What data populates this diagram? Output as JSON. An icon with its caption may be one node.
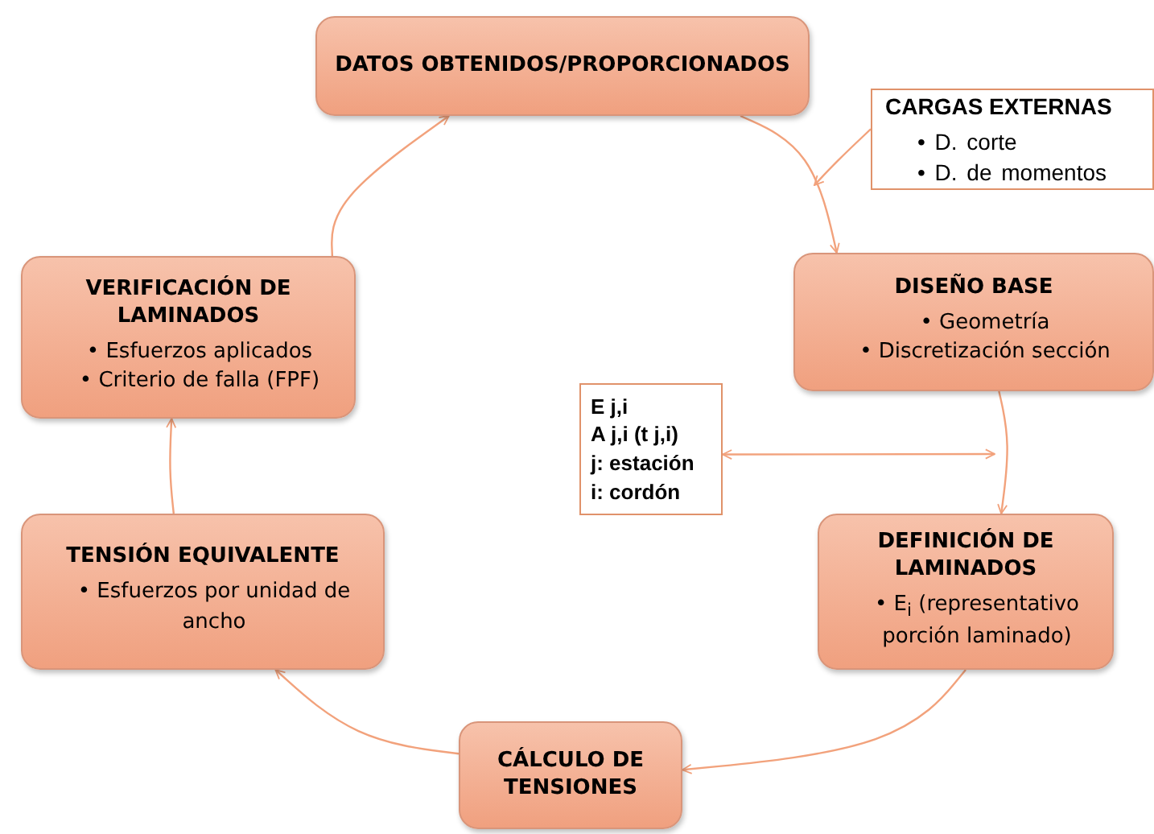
{
  "diagram": {
    "nodes": [
      {
        "text": [
          "DATOS OBTENIDOS/PROPORCIONADOS"
        ]
      },
      {
        "text": [
          "CARGAS EXTERNAS",
          "• D. corte",
          "• D. de momentos"
        ]
      },
      {
        "text": [
          "DISEÑO BASE",
          "• Geometría",
          "• Discretización sección"
        ]
      },
      {
        "text": [
          "E j,i",
          "A j,i (t j,i)",
          "j: estación",
          "i: cordón"
        ]
      },
      {
        "text": [
          "DEFINICIÓN DE LAMINADOS",
          "• E$_{i}$ (representativo porción laminado)"
        ]
      },
      {
        "text": [
          "CÁLCULO DE TENSIONES"
        ]
      },
      {
        "text": [
          "TENSIÓN EQUIVALENTE",
          "• Esfuerzos por unidad de ancho"
        ]
      },
      {
        "text": [
          "VERIFICACIÓN DE LAMINADOS",
          "• Esfuerzos aplicados",
          "• Criterio de falla (FPF)"
        ]
      }
    ],
    "edges": [
      {
        "from": 0,
        "to": 2,
        "arrow": "to"
      },
      {
        "from": 1,
        "to": null,
        "arrow": "to"
      },
      {
        "from": 2,
        "to": 4,
        "arrow": "to"
      },
      {
        "from": 3,
        "to": null,
        "arrow": "both"
      },
      {
        "from": 4,
        "to": 5,
        "arrow": "to"
      },
      {
        "from": 5,
        "to": 6,
        "arrow": "to"
      },
      {
        "from": 6,
        "to": 7,
        "arrow": "to"
      },
      {
        "from": 7,
        "to": 0,
        "arrow": "to"
      }
    ]
  }
}
